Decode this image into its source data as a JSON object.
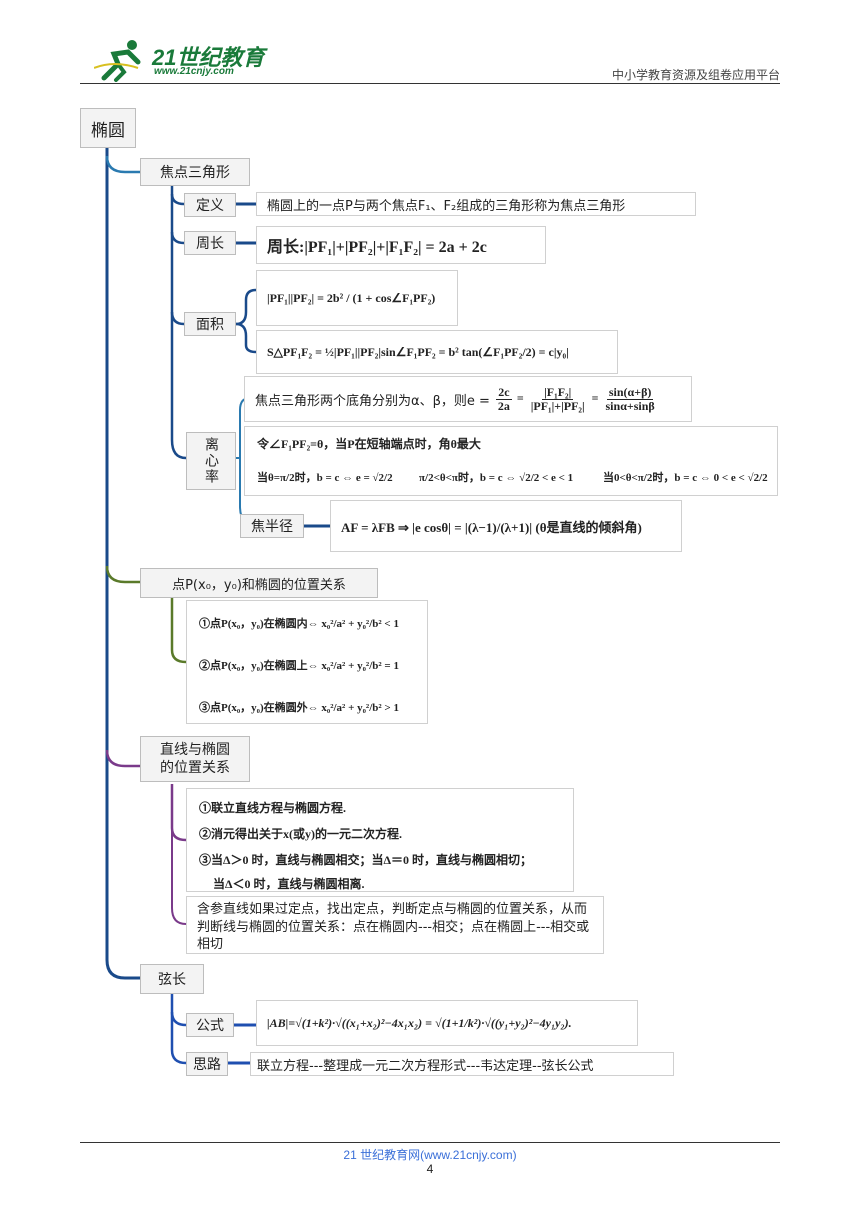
{
  "header": {
    "logo_text": "21世纪教育",
    "logo_url_text": "www.21cnjy.com",
    "right_text": "中小学教育资源及组卷应用平台"
  },
  "root": {
    "label": "椭圆"
  },
  "focal_triangle": {
    "label": "焦点三角形",
    "definition": {
      "label": "定义",
      "text": "椭圆上的一点P与两个焦点F₁、F₂组成的三角形称为焦点三角形"
    },
    "perimeter": {
      "label": "周长",
      "formula": "周长:|PF₁|+|PF₂|+|F₁F₂| = 2a + 2c"
    },
    "area": {
      "label": "面积",
      "formula1": "|PF₁||PF₂| = 2b² / (1 + cos∠F₁PF₂)",
      "formula2": "S△PF₁F₂ = ½|PF₁||PF₂|sin∠F₁PF₂ = b² tan(∠F₁PF₂/2) = c|y₀|"
    },
    "eccentricity": {
      "label": "离心率",
      "line1_prefix": "焦点三角形两个底角分别为α、β，则e =",
      "line2": "令∠F₁PF₂=θ，当P在短轴端点时，角θ最大",
      "line3_a": "当θ=π/2时，b = c ⇔ e = √2/2",
      "line3_b": "π/2<θ<π时，b = c ⇔ √2/2 < e < 1",
      "line3_c": "当0<θ<π/2时，b = c ⇔ 0 < e < √2/2"
    },
    "focal_radius": {
      "label": "焦半径",
      "formula": "AF = λFB ⇒ |e cosθ| = |(λ−1)/(λ+1)| (θ是直线的倾斜角)"
    }
  },
  "point_relation": {
    "label": "点P(x₀，y₀)和椭圆的位置关系",
    "items": [
      "①点P(x₀，y₀)在椭圆内⇔ x₀²/a² + y₀²/b² < 1",
      "②点P(x₀，y₀)在椭圆上⇔ x₀²/a² + y₀²/b² = 1",
      "③点P(x₀，y₀)在椭圆外⇔ x₀²/a² + y₀²/b² > 1"
    ]
  },
  "line_relation": {
    "label_line1": "直线与椭圆",
    "label_line2": "的位置关系",
    "steps": [
      "①联立直线方程与椭圆方程.",
      "②消元得出关于x(或y)的一元二次方程.",
      "③当Δ＞0 时，直线与椭圆相交；当Δ＝0 时，直线与椭圆相切；",
      "当Δ＜0 时，直线与椭圆相离."
    ],
    "note": "含参直线如果过定点，找出定点，判断定点与椭圆的位置关系，从而判断线与椭圆的位置关系：点在椭圆内---相交；点在椭圆上---相交或相切"
  },
  "chord": {
    "label": "弦长",
    "formula": {
      "label": "公式",
      "text": "|AB|=√(1+k²)·√((x₁+x₂)²−4x₁x₂) = √(1+1/k²)·√((y₁+y₂)²−4y₁y₂)."
    },
    "approach": {
      "label": "思路",
      "text": "联立方程---整理成一元二次方程形式---韦达定理--弦长公式"
    }
  },
  "footer": {
    "link": "21 世纪教育网(www.21cnjy.com)",
    "page": "4"
  },
  "colors": {
    "trunk": "#1a4a8a",
    "branch1": "#2a7ab0",
    "branch2": "#5a7a2a",
    "branch3": "#7a3a8a",
    "branch4": "#1f4fb0"
  }
}
